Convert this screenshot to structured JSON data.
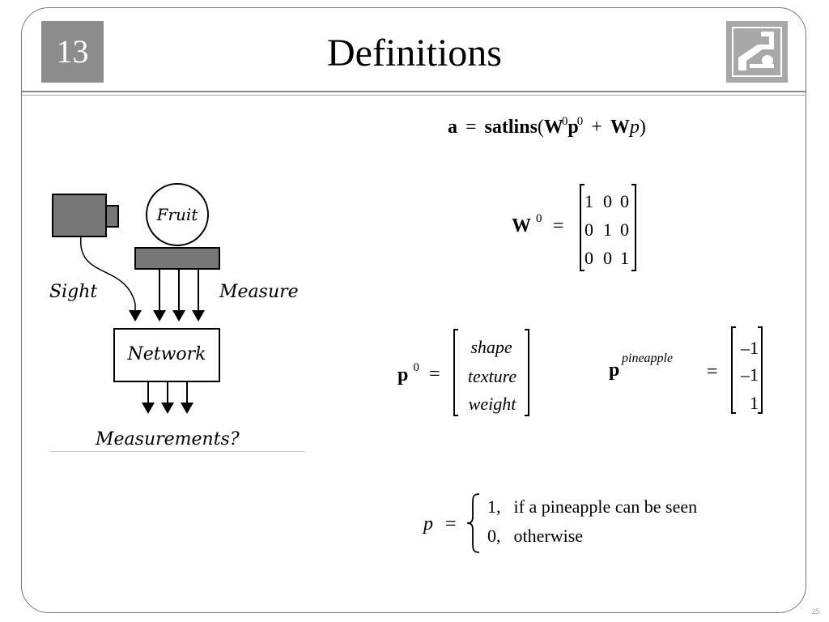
{
  "header": {
    "chapter": "13",
    "title": "Definitions",
    "logo_icon": "neural-network-logo-icon"
  },
  "figure": {
    "fruit_label": "Fruit",
    "sight_label": "Sight",
    "measure_label": "Measure",
    "network_label": "Network",
    "output_label": "Measurements?"
  },
  "equation": {
    "lhs": "a",
    "eq": "=",
    "func": "satlins",
    "w": "W",
    "sup0": "0",
    "p": "p",
    "plus": "+",
    "p_scalar": "p",
    "paren_open": "(",
    "paren_close": ")"
  },
  "w0": {
    "label": "W",
    "sup": "0",
    "eq": "=",
    "rows": [
      [
        "1",
        "0",
        "0"
      ],
      [
        "0",
        "1",
        "0"
      ],
      [
        "0",
        "0",
        "1"
      ]
    ]
  },
  "p0": {
    "label": "p",
    "sup": "0",
    "eq": "=",
    "entries": [
      "shape",
      "texture",
      "weight"
    ]
  },
  "ppine": {
    "label": "p",
    "sup": "pineapple",
    "eq": "=",
    "entries": [
      "–1",
      "–1",
      "1"
    ]
  },
  "cases": {
    "lhs": "p",
    "eq": "=",
    "case1_value": "1,",
    "case1_cond": "if a pineapple can be seen",
    "case2_value": "0,",
    "case2_cond": "otherwise"
  },
  "page_number": "25",
  "colors": {
    "header_box": "#8c8c8c",
    "frame": "#777777",
    "figure_gray": "#777777"
  }
}
